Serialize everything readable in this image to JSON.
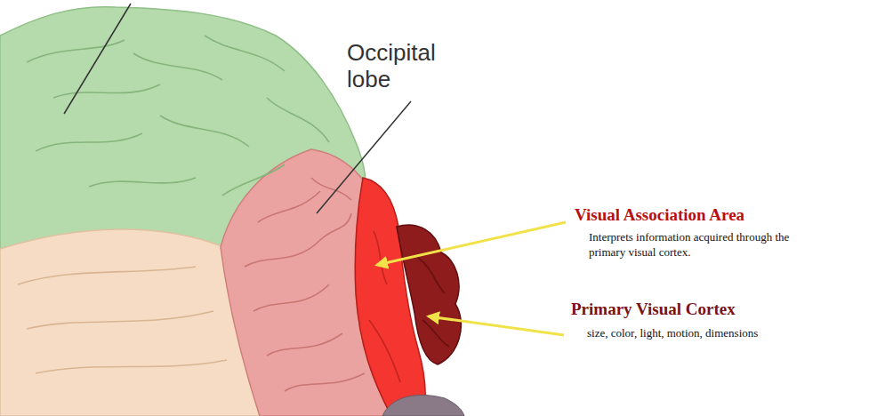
{
  "diagram": {
    "labels": [
      "Occipital lobe",
      "Visual Association Area",
      "Interprets information acquired through the primary visual cortex.",
      "Primary Visual Cortex",
      "size, color, light, motion, dimensions"
    ]
  }
}
